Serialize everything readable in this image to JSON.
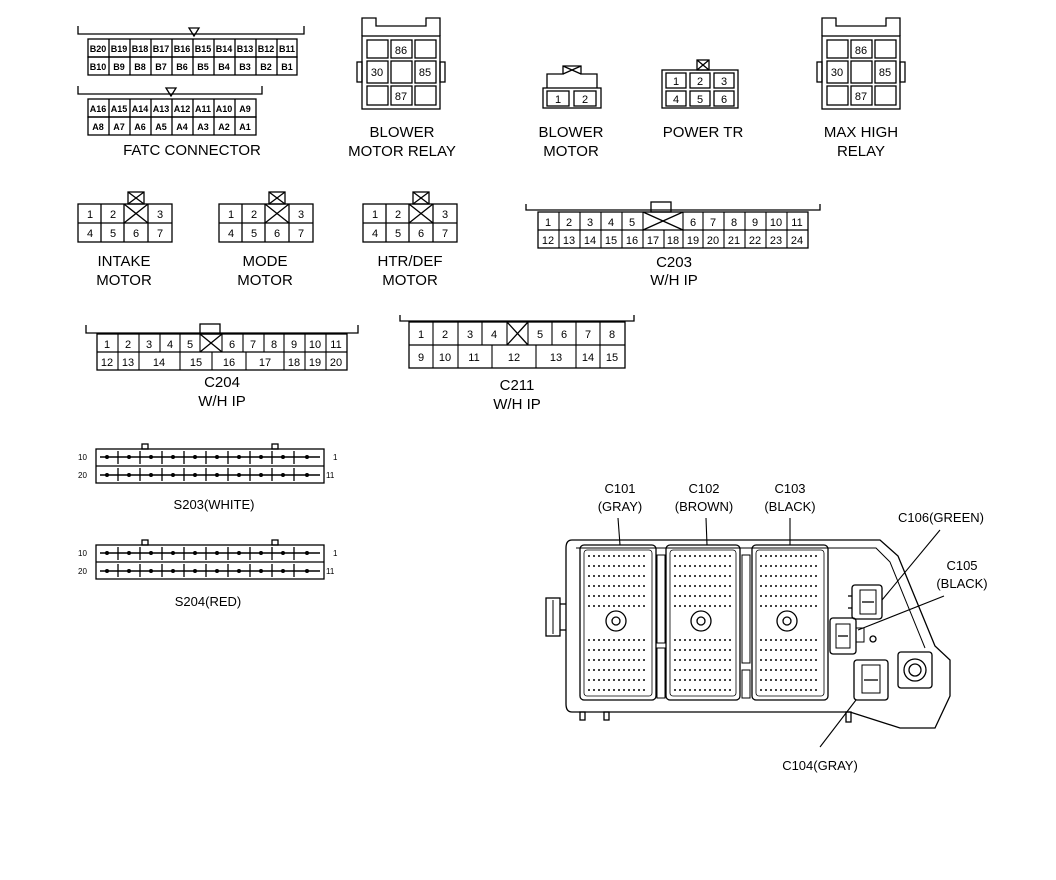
{
  "colors": {
    "ink": "#000000",
    "paper": "#ffffff"
  },
  "fatc": {
    "label": "FATC CONNECTOR",
    "row1": [
      "B20",
      "B19",
      "B18",
      "B17",
      "B16",
      "B15",
      "B14",
      "B13",
      "B12",
      "B11"
    ],
    "row2": [
      "B10",
      "B9",
      "B8",
      "B7",
      "B6",
      "B5",
      "B4",
      "B3",
      "B2",
      "B1"
    ],
    "row3": [
      "A16",
      "A15",
      "A14",
      "A13",
      "A12",
      "A11",
      "A10",
      "A9"
    ],
    "row4": [
      "A8",
      "A7",
      "A6",
      "A5",
      "A4",
      "A3",
      "A2",
      "A1"
    ]
  },
  "blower_relay": {
    "label1": "BLOWER",
    "label2": "MOTOR RELAY",
    "pins": [
      "86",
      "30",
      "85",
      "87"
    ]
  },
  "blower_motor": {
    "label1": "BLOWER",
    "label2": "MOTOR",
    "pins": [
      "1",
      "2"
    ]
  },
  "power_tr": {
    "label": "POWER TR",
    "row1": [
      "1",
      "2",
      "3"
    ],
    "row2": [
      "4",
      "5",
      "6"
    ]
  },
  "max_high": {
    "label1": "MAX HIGH",
    "label2": "RELAY",
    "pins": [
      "86",
      "30",
      "85",
      "87"
    ]
  },
  "intake": {
    "label1": "INTAKE",
    "label2": "MOTOR",
    "row1": [
      "1",
      "2",
      "3"
    ],
    "row2": [
      "4",
      "5",
      "6",
      "7"
    ]
  },
  "mode": {
    "label1": "MODE",
    "label2": "MOTOR",
    "row1": [
      "1",
      "2",
      "3"
    ],
    "row2": [
      "4",
      "5",
      "6",
      "7"
    ]
  },
  "htr": {
    "label1": "HTR/DEF",
    "label2": "MOTOR",
    "row1": [
      "1",
      "2",
      "3"
    ],
    "row2": [
      "4",
      "5",
      "6",
      "7"
    ]
  },
  "c203": {
    "label1": "C203",
    "label2": "W/H IP",
    "row1a": [
      "1",
      "2",
      "3",
      "4",
      "5"
    ],
    "row1b": [
      "6",
      "7",
      "8",
      "9",
      "10",
      "11"
    ],
    "row2": [
      "12",
      "13",
      "14",
      "15",
      "16",
      "17",
      "18",
      "19",
      "20",
      "21",
      "22",
      "23",
      "24"
    ]
  },
  "c204": {
    "label1": "C204",
    "label2": "W/H IP",
    "row1a": [
      "1",
      "2",
      "3",
      "4",
      "5"
    ],
    "row1b": [
      "6",
      "7",
      "8",
      "9",
      "10",
      "11"
    ],
    "row2": [
      "12",
      "13",
      "14",
      "15",
      "16",
      "17",
      "18",
      "19",
      "20"
    ]
  },
  "c211": {
    "label1": "C211",
    "label2": "W/H IP",
    "row1a": [
      "1",
      "2",
      "3",
      "4"
    ],
    "row1b": [
      "5",
      "6",
      "7",
      "8"
    ],
    "row2": [
      "9",
      "10",
      "11",
      "12",
      "13",
      "14",
      "15"
    ]
  },
  "s203": {
    "label": "S203(WHITE)",
    "tl": "10",
    "bl": "20",
    "tr": "1",
    "br": "11"
  },
  "s204": {
    "label": "S204(RED)",
    "tl": "10",
    "bl": "20",
    "tr": "1",
    "br": "11"
  },
  "junction": {
    "c101_1": "C101",
    "c101_2": "(GRAY)",
    "c102_1": "C102",
    "c102_2": "(BROWN)",
    "c103_1": "C103",
    "c103_2": "(BLACK)",
    "c106": "C106(GREEN)",
    "c105_1": "C105",
    "c105_2": "(BLACK)",
    "c104": "C104(GRAY)"
  }
}
